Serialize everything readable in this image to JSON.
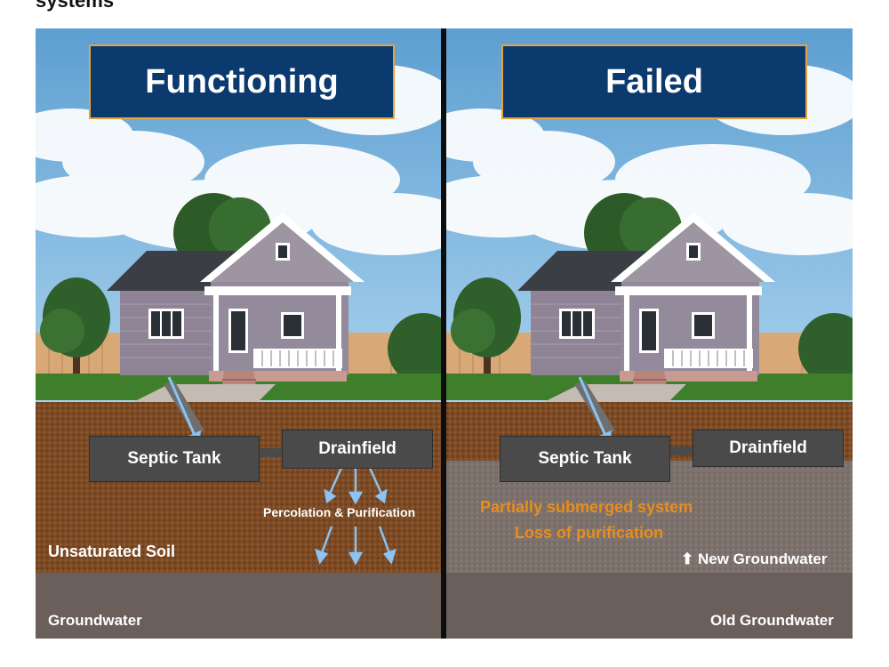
{
  "heading": "systems",
  "panels": {
    "functioning": {
      "title": "Functioning",
      "septic_tank": "Septic Tank",
      "drainfield": "Drainfield",
      "percolation": "Percolation & Purification",
      "unsaturated_soil": "Unsaturated Soil",
      "groundwater": "Groundwater"
    },
    "failed": {
      "title": "Failed",
      "septic_tank": "Septic Tank",
      "drainfield": "Drainfield",
      "warning_1": "Partially submerged system",
      "warning_2": "Loss of purification",
      "new_groundwater": "New Groundwater",
      "old_groundwater": "Old Groundwater",
      "up_arrow": "⬆"
    }
  },
  "colors": {
    "title_bg": "#0b3a6e",
    "title_border": "#e8a23a",
    "warning_text": "#e98d1e",
    "soil": "#7a4a24",
    "groundwater": "#6b5f5c",
    "flow_arrow": "#8cc3f2"
  }
}
